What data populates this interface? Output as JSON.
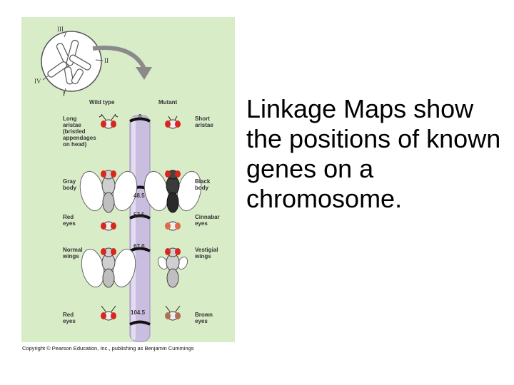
{
  "figure": {
    "header_wild": "Wild type",
    "header_mutant": "Mutant",
    "chromosome_labels": [
      "III",
      "II",
      "IV",
      "I"
    ],
    "rows": [
      {
        "wild": "Long\naristae\n(bristled\nappendages\non head)",
        "mutant": "Short\naristae",
        "position": "0"
      },
      {
        "wild": "Gray\nbody",
        "mutant": "Black\nbody",
        "position": "48.5"
      },
      {
        "wild": "Red\neyes",
        "mutant": "Cinnabar\neyes",
        "position": "57.5"
      },
      {
        "wild": "Normal\nwings",
        "mutant": "Vestigial\nwings",
        "position": "67.0"
      },
      {
        "wild": "Red\neyes",
        "mutant": "Brown\neyes",
        "position": "104.5"
      }
    ],
    "copyright": "Copyright © Pearson Education, Inc., publishing as Benjamin Cummings"
  },
  "caption": "Linkage Maps show the positions of known genes on a chromosome.",
  "colors": {
    "chromosome": "#c9bde0",
    "panel": "#d9ecc8",
    "eye_red": "#d8271f",
    "eye_cinnabar": "#e06a45",
    "eye_brown": "#b07050"
  }
}
